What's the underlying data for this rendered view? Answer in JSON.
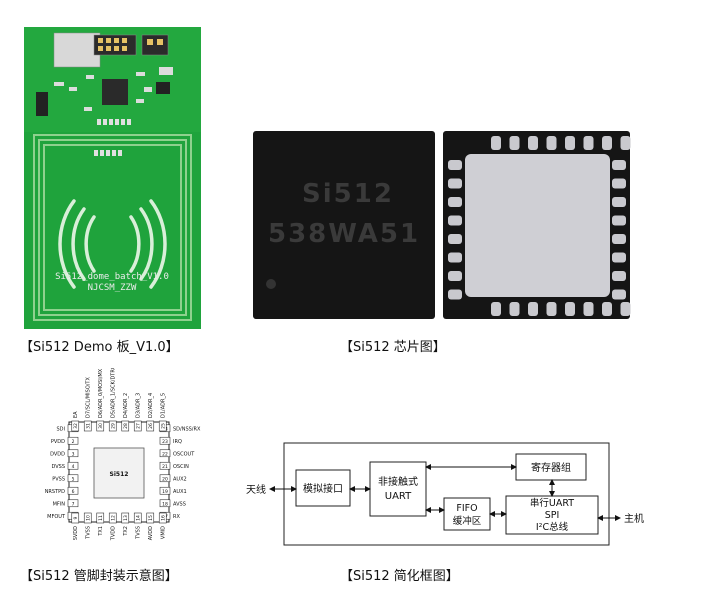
{
  "captions": {
    "demo": "【Si512 Demo 板_V1.0】",
    "chip": "【Si512  芯片图】",
    "pinout": "【Si512  管脚封装示意图】",
    "block": "【Si512  简化框图】"
  },
  "board": {
    "silk_line1": "Si512_dome_batch_V1.0",
    "silk_line2": "NJCSM_ZZW",
    "color": "#1fa33c"
  },
  "chip_photo": {
    "mark_line1": "Si512",
    "mark_line2": "538WA51"
  },
  "pinout": {
    "chip_label": "Si512",
    "left": [
      {
        "num": "1",
        "name": "SDI"
      },
      {
        "num": "2",
        "name": "PVDD"
      },
      {
        "num": "3",
        "name": "DVDD"
      },
      {
        "num": "4",
        "name": "DVSS"
      },
      {
        "num": "5",
        "name": "PVSS"
      },
      {
        "num": "6",
        "name": "NRSTPD"
      },
      {
        "num": "7",
        "name": "MFIN"
      },
      {
        "num": "8",
        "name": "MFOUT"
      }
    ],
    "right": [
      {
        "num": "24",
        "name": "SD/NSS/RX"
      },
      {
        "num": "23",
        "name": "IRQ"
      },
      {
        "num": "22",
        "name": "OSCOUT"
      },
      {
        "num": "21",
        "name": "OSCIN"
      },
      {
        "num": "20",
        "name": "AUX2"
      },
      {
        "num": "19",
        "name": "AUX1"
      },
      {
        "num": "18",
        "name": "AVSS"
      },
      {
        "num": "17",
        "name": "RX"
      }
    ],
    "bottom": [
      {
        "num": "9",
        "name": "SVDD"
      },
      {
        "num": "10",
        "name": "TVSS"
      },
      {
        "num": "11",
        "name": "TX1"
      },
      {
        "num": "12",
        "name": "TVDD"
      },
      {
        "num": "13",
        "name": "TX2"
      },
      {
        "num": "14",
        "name": "TVSS"
      },
      {
        "num": "15",
        "name": "AVDD"
      },
      {
        "num": "16",
        "name": "VMID"
      }
    ],
    "top": [
      {
        "num": "32",
        "name": "EA"
      },
      {
        "num": "31",
        "name": "D7/SCL/MISO/TX"
      },
      {
        "num": "30",
        "name": "D6/ADR_0/MOSI/MX"
      },
      {
        "num": "29",
        "name": "D5/ADR_1/SCK/DTRQ"
      },
      {
        "num": "28",
        "name": "D4/ADR_2"
      },
      {
        "num": "27",
        "name": "D3/ADR_3"
      },
      {
        "num": "26",
        "name": "D2/ADR_4"
      },
      {
        "num": "25",
        "name": "D1/ADR_5"
      }
    ]
  },
  "block_diagram": {
    "antenna": "天线",
    "analog": "模拟接口",
    "contactless_1": "非接触式",
    "contactless_2": "UART",
    "fifo_1": "FIFO",
    "fifo_2": "缓冲区",
    "registers": "寄存器组",
    "serial_1": "串行UART",
    "serial_2": "SPI",
    "serial_3": "I²C总线",
    "host": "主机"
  }
}
